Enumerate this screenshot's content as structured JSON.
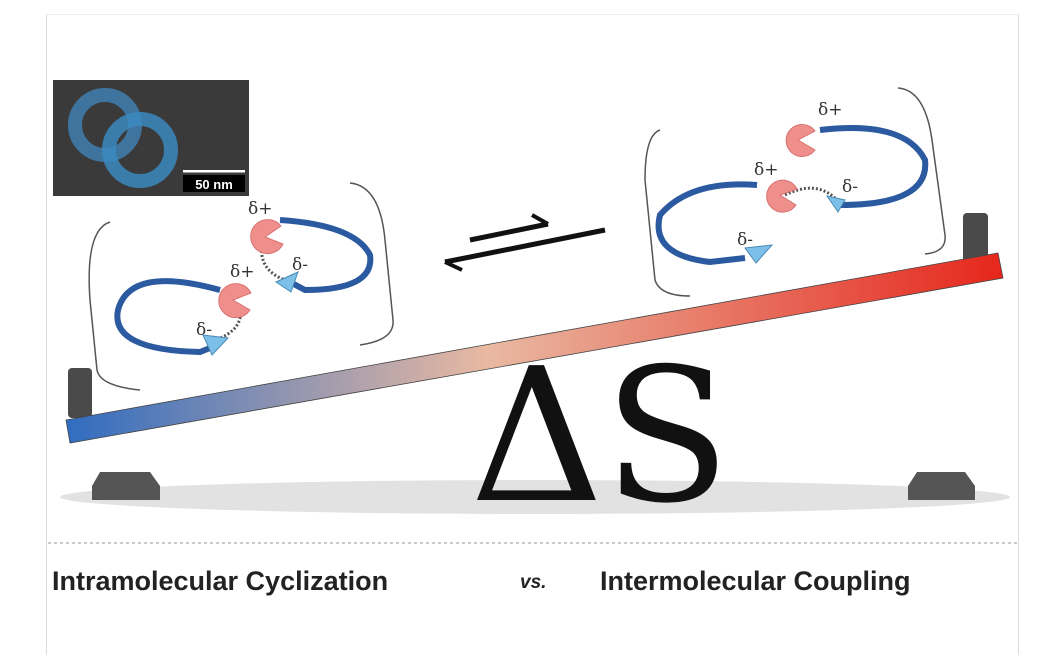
{
  "inset": {
    "scale_bar_label": "50 nm"
  },
  "entropy_label": "ΔS",
  "charges": {
    "positive": "δ+",
    "negative": "δ-"
  },
  "captions": {
    "left": "Intramolecular Cyclization",
    "vs": "vs.",
    "right": "Intermolecular Coupling"
  },
  "colors": {
    "beam_left": "#2f6cc0",
    "beam_mid": "#e9b9a2",
    "beam_right": "#e6261c",
    "chain": "#2b5aa0",
    "nucleophile": "#ef8f8c",
    "electrophile": "#7cc0ea"
  }
}
